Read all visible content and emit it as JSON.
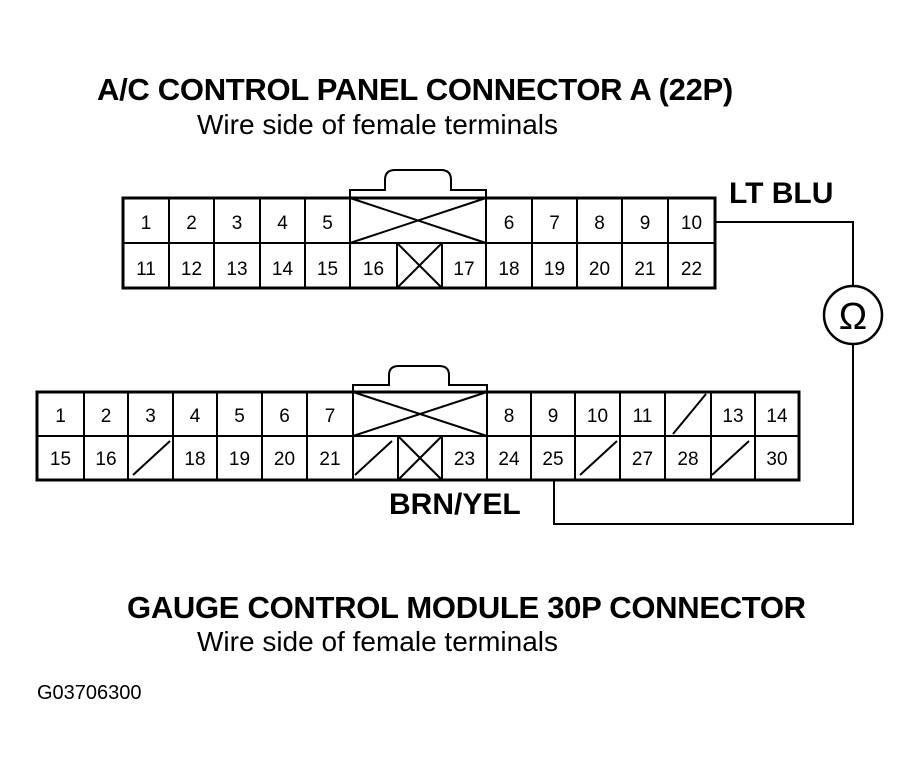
{
  "connector_a": {
    "title": "A/C CONTROL PANEL CONNECTOR A (22P)",
    "subtitle": "Wire side of female terminals",
    "top_row": [
      "1",
      "2",
      "3",
      "4",
      "5",
      "",
      "6",
      "7",
      "8",
      "9",
      "10"
    ],
    "bottom_row": [
      "11",
      "12",
      "13",
      "14",
      "15",
      "16",
      "",
      "17",
      "18",
      "19",
      "20",
      "21",
      "22"
    ],
    "wire_label": "LT BLU"
  },
  "connector_b": {
    "title": "GAUGE CONTROL MODULE 30P CONNECTOR",
    "subtitle": "Wire side of female terminals",
    "top_row": [
      "1",
      "2",
      "3",
      "4",
      "5",
      "6",
      "7",
      "",
      "8",
      "9",
      "10",
      "11",
      "",
      "13",
      "14"
    ],
    "bottom_row": [
      "15",
      "16",
      "",
      "18",
      "19",
      "20",
      "21",
      "",
      "",
      "23",
      "24",
      "25",
      "",
      "27",
      "28",
      "",
      "30"
    ],
    "wire_label": "BRN/YEL"
  },
  "meter_symbol": "Ω",
  "figure_code": "G03706300"
}
